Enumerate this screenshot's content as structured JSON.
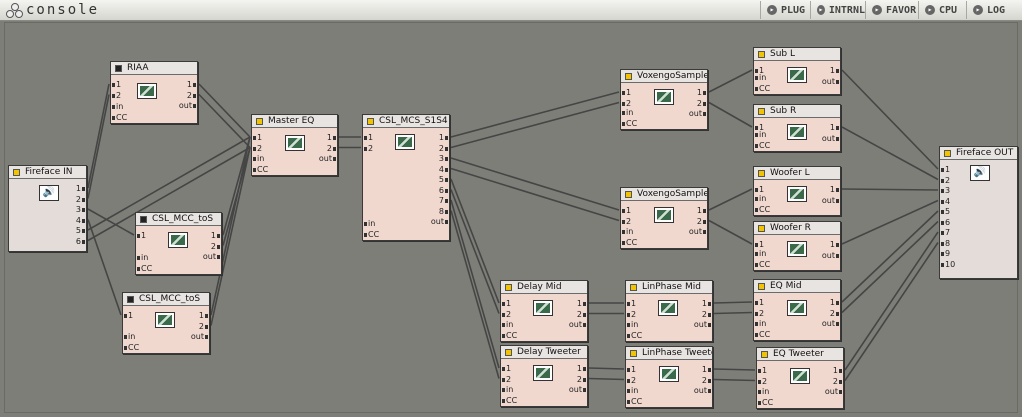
{
  "app": {
    "logo_text": "console",
    "logo_icon": "three-dots-logo",
    "toolbar": [
      {
        "id": "plug",
        "label": "PLUG",
        "icon": "arrow-circle-icon"
      },
      {
        "id": "intrnl",
        "label": "INTRNL",
        "icon": "arrow-circle-icon"
      },
      {
        "id": "favor",
        "label": "FAVOR",
        "icon": "arrow-circle-icon"
      },
      {
        "id": "cpu",
        "label": "CPU",
        "icon": "arrow-circle-icon"
      },
      {
        "id": "log",
        "label": "LOG",
        "icon": "arrow-circle-icon"
      }
    ]
  },
  "colors": {
    "canvas": "#7d7e78",
    "module_body": "#f0d8cf",
    "io_body": "#e4dcd8",
    "led_on": "#f2c300",
    "wire": "#454545"
  },
  "modules": [
    {
      "id": "riaa",
      "title": "RIAA",
      "led": "dark",
      "icon": "scope-icon",
      "in": [
        "1",
        "2",
        "in",
        "CC"
      ],
      "out": [
        "1",
        "2",
        "out"
      ]
    },
    {
      "id": "ffin",
      "title": "Fireface IN",
      "led": "on",
      "icon": "speaker-icon",
      "in": [],
      "out": [
        "1",
        "2",
        "3",
        "4",
        "5",
        "6"
      ]
    },
    {
      "id": "mcc1",
      "title": "CSL_MCC_toS",
      "led": "dark",
      "icon": "scope-icon",
      "in": [
        "1",
        "in",
        "CC"
      ],
      "out": [
        "1",
        "2",
        "out"
      ]
    },
    {
      "id": "mcc2",
      "title": "CSL_MCC_toS",
      "led": "dark",
      "icon": "scope-icon",
      "in": [
        "1",
        "in",
        "CC"
      ],
      "out": [
        "1",
        "2",
        "out"
      ]
    },
    {
      "id": "meq",
      "title": "Master EQ",
      "led": "on",
      "icon": "scope-icon",
      "in": [
        "1",
        "2",
        "in",
        "CC"
      ],
      "out": [
        "1",
        "2",
        "out"
      ]
    },
    {
      "id": "mcs",
      "title": "CSL_MCS_S1S4",
      "led": "on",
      "icon": "scope-icon",
      "in": [
        "1",
        "2",
        "in",
        "CC"
      ],
      "out": [
        "1",
        "2",
        "3",
        "4",
        "5",
        "6",
        "7",
        "8",
        "out"
      ]
    },
    {
      "id": "vox1",
      "title": "VoxengoSampleD",
      "led": "on",
      "icon": "scope-icon",
      "in": [
        "1",
        "2",
        "in",
        "CC"
      ],
      "out": [
        "1",
        "2",
        "out"
      ]
    },
    {
      "id": "vox2",
      "title": "VoxengoSampleD",
      "led": "on",
      "icon": "scope-icon",
      "in": [
        "1",
        "2",
        "in",
        "CC"
      ],
      "out": [
        "1",
        "2",
        "out"
      ]
    },
    {
      "id": "subl",
      "title": "Sub L",
      "led": "on",
      "icon": "scope-icon",
      "in": [
        "1",
        "in",
        "CC"
      ],
      "out": [
        "1",
        "out"
      ]
    },
    {
      "id": "subr",
      "title": "Sub R",
      "led": "on",
      "icon": "scope-icon",
      "in": [
        "1",
        "in",
        "CC"
      ],
      "out": [
        "1",
        "out"
      ]
    },
    {
      "id": "wl",
      "title": "Woofer L",
      "led": "on",
      "icon": "scope-icon",
      "in": [
        "1",
        "in",
        "CC"
      ],
      "out": [
        "1",
        "out"
      ]
    },
    {
      "id": "wr",
      "title": "Woofer R",
      "led": "on",
      "icon": "scope-icon",
      "in": [
        "1",
        "in",
        "CC"
      ],
      "out": [
        "1",
        "out"
      ]
    },
    {
      "id": "dmid",
      "title": "Delay Mid",
      "led": "on",
      "icon": "scope-icon",
      "in": [
        "1",
        "2",
        "in",
        "CC"
      ],
      "out": [
        "1",
        "2",
        "out"
      ]
    },
    {
      "id": "lmid",
      "title": "LinPhase Mid",
      "led": "on",
      "icon": "scope-icon",
      "in": [
        "1",
        "2",
        "in",
        "CC"
      ],
      "out": [
        "1",
        "2",
        "out"
      ]
    },
    {
      "id": "eqmid",
      "title": "EQ Mid",
      "led": "on",
      "icon": "scope-icon",
      "in": [
        "1",
        "2",
        "in",
        "CC"
      ],
      "out": [
        "1",
        "2",
        "out"
      ]
    },
    {
      "id": "dtw",
      "title": "Delay Tweeter",
      "led": "on",
      "icon": "scope-icon",
      "in": [
        "1",
        "2",
        "in",
        "CC"
      ],
      "out": [
        "1",
        "2",
        "out"
      ]
    },
    {
      "id": "ltw",
      "title": "LinPhase Tweeter",
      "led": "on",
      "icon": "scope-icon",
      "in": [
        "1",
        "2",
        "in",
        "CC"
      ],
      "out": [
        "1",
        "2",
        "out"
      ]
    },
    {
      "id": "eqtw",
      "title": "EQ Tweeter",
      "led": "on",
      "icon": "scope-icon",
      "in": [
        "1",
        "2",
        "in",
        "CC"
      ],
      "out": [
        "1",
        "2",
        "out"
      ]
    },
    {
      "id": "ffout",
      "title": "Fireface OUT",
      "led": "on",
      "icon": "speaker-icon",
      "in": [
        "1",
        "2",
        "3",
        "4",
        "5",
        "6",
        "7",
        "8",
        "9",
        "10"
      ],
      "out": []
    }
  ],
  "connections": [
    [
      "ffin",
      0,
      "riaa",
      0
    ],
    [
      "ffin",
      1,
      "riaa",
      1
    ],
    [
      "ffin",
      2,
      "mcc1",
      0
    ],
    [
      "ffin",
      3,
      "mcc2",
      0
    ],
    [
      "ffin",
      4,
      "meq",
      0
    ],
    [
      "ffin",
      5,
      "meq",
      1
    ],
    [
      "riaa",
      0,
      "meq",
      0
    ],
    [
      "riaa",
      1,
      "meq",
      1
    ],
    [
      "mcc1",
      0,
      "meq",
      0
    ],
    [
      "mcc1",
      1,
      "meq",
      1
    ],
    [
      "mcc2",
      0,
      "meq",
      0
    ],
    [
      "mcc2",
      1,
      "meq",
      1
    ],
    [
      "meq",
      0,
      "mcs",
      0
    ],
    [
      "meq",
      1,
      "mcs",
      1
    ],
    [
      "mcs",
      0,
      "vox1",
      0
    ],
    [
      "mcs",
      1,
      "vox1",
      1
    ],
    [
      "mcs",
      2,
      "vox2",
      0
    ],
    [
      "mcs",
      3,
      "vox2",
      1
    ],
    [
      "mcs",
      4,
      "dmid",
      0
    ],
    [
      "mcs",
      5,
      "dmid",
      1
    ],
    [
      "mcs",
      6,
      "dtw",
      0
    ],
    [
      "mcs",
      7,
      "dtw",
      1
    ],
    [
      "vox1",
      0,
      "subl",
      0
    ],
    [
      "vox1",
      1,
      "subr",
      0
    ],
    [
      "vox2",
      0,
      "wl",
      0
    ],
    [
      "vox2",
      1,
      "wr",
      0
    ],
    [
      "dmid",
      0,
      "lmid",
      0
    ],
    [
      "dmid",
      1,
      "lmid",
      1
    ],
    [
      "lmid",
      0,
      "eqmid",
      0
    ],
    [
      "lmid",
      1,
      "eqmid",
      1
    ],
    [
      "dtw",
      0,
      "ltw",
      0
    ],
    [
      "dtw",
      1,
      "ltw",
      1
    ],
    [
      "ltw",
      0,
      "eqtw",
      0
    ],
    [
      "ltw",
      1,
      "eqtw",
      1
    ],
    [
      "subl",
      0,
      "ffout",
      0
    ],
    [
      "subr",
      0,
      "ffout",
      1
    ],
    [
      "wl",
      0,
      "ffout",
      2
    ],
    [
      "wr",
      0,
      "ffout",
      3
    ],
    [
      "eqmid",
      0,
      "ffout",
      4
    ],
    [
      "eqmid",
      1,
      "ffout",
      5
    ],
    [
      "eqtw",
      0,
      "ffout",
      6
    ],
    [
      "eqtw",
      1,
      "ffout",
      7
    ]
  ]
}
